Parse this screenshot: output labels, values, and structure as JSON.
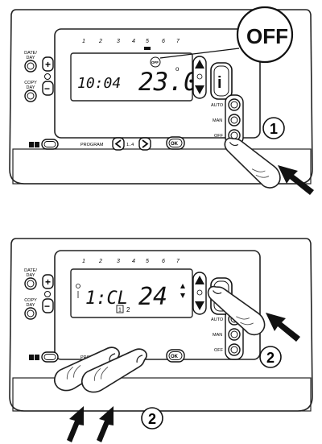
{
  "day_numbers": [
    "1",
    "2",
    "3",
    "4",
    "5",
    "6",
    "7"
  ],
  "left_labels": {
    "date_day": "DATE/\nDAY",
    "copy_day": "COPY\nDAY"
  },
  "callout": {
    "text": "OFF"
  },
  "panel1": {
    "time": "10:04",
    "temperature": "23.0",
    "off_tag": "OFF",
    "degree": "o",
    "step": "1"
  },
  "panel2": {
    "display_main": "1:CL",
    "display_value": "24",
    "program_box": "1",
    "program_num": "2",
    "step": "2"
  },
  "program_label": "PROGRAM",
  "program_range": "1..4",
  "ok_label": "OK",
  "mode_labels": {
    "auto": "AUTO",
    "man": "MAN",
    "off": "OFF"
  },
  "plus_sign": "+",
  "minus_sign": "−"
}
